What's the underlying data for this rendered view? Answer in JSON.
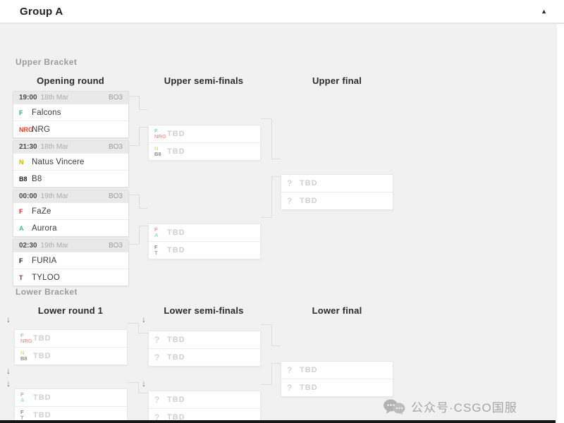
{
  "window": {
    "title": "Group A",
    "collapse_icon": "▲"
  },
  "labels": {
    "tbd": "TBD",
    "question_icon": "?",
    "drop_arrow": "↓"
  },
  "teams": {
    "falcons": {
      "name": "Falcons",
      "abbr": "F",
      "color": "#2fae62"
    },
    "nrg": {
      "name": "NRG",
      "abbr": "NRG",
      "color": "#e8442e"
    },
    "navi": {
      "name": "Natus Vincere",
      "abbr": "N",
      "color": "#d4b500"
    },
    "b8": {
      "name": "B8",
      "abbr": "B8",
      "color": "#1c1c1c"
    },
    "faze": {
      "name": "FaZe",
      "abbr": "F",
      "color": "#e3263a"
    },
    "aurora": {
      "name": "Aurora",
      "abbr": "A",
      "color": "#2fbfa0"
    },
    "furia": {
      "name": "FURIA",
      "abbr": "F",
      "color": "#141414"
    },
    "tyloo": {
      "name": "TYLOO",
      "abbr": "T",
      "color": "#8a3030"
    }
  },
  "upper": {
    "section_label": "Upper Bracket",
    "columns": [
      "Opening round",
      "Upper semi-finals",
      "Upper final"
    ],
    "matches": [
      {
        "time": "19:00",
        "date": "18th Mar",
        "format": "BO3"
      },
      {
        "time": "21:30",
        "date": "18th Mar",
        "format": "BO3"
      },
      {
        "time": "00:00",
        "date": "19th Mar",
        "format": "BO3"
      },
      {
        "time": "02:30",
        "date": "19th Mar",
        "format": "BO3"
      }
    ]
  },
  "lower": {
    "section_label": "Lower Bracket",
    "columns": [
      "Lower round 1",
      "Lower semi-finals",
      "Lower final"
    ]
  },
  "watermark": {
    "icon": "chat-bubbles-icon",
    "text": "公众号·CSGO国服"
  }
}
